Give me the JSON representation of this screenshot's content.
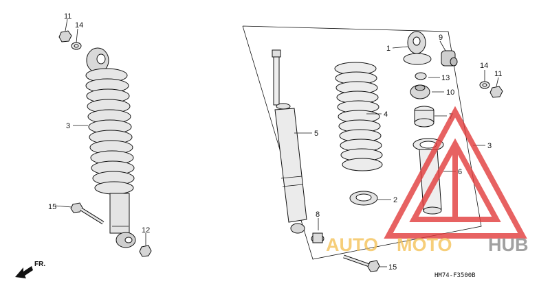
{
  "labels": {
    "p11_left": "11",
    "p14_left": "14",
    "p3_left": "3",
    "p15_left": "15",
    "p12": "12",
    "p1": "1",
    "p9": "9",
    "p13": "13",
    "p10": "10",
    "p14_right": "14",
    "p11_right": "11",
    "p4": "4",
    "p5": "5",
    "p7": "7",
    "p3_right": "3",
    "p6": "6",
    "p2": "2",
    "p8": "8",
    "p15_right": "15"
  },
  "direction_label": "FR.",
  "diagram_code": "HM74-F3500B",
  "watermark": {
    "auto": "AUTO",
    "moto": "MOTO",
    "hub": "HUB",
    "colors": {
      "auto": "#f4c35a",
      "moto": "#f4c35a",
      "hub": "#8a8a8a",
      "triangle": "#e23b3b"
    }
  }
}
